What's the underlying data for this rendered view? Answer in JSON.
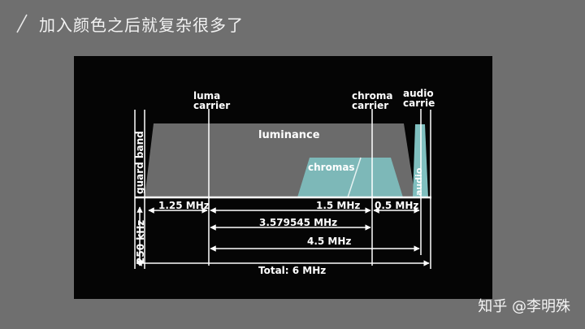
{
  "slide": {
    "title": "加入颜色之后就复杂很多了",
    "watermark": "知乎 @李明殊"
  },
  "diagram": {
    "labels": {
      "luma_carrier_l1": "luma",
      "luma_carrier_l2": "carrier",
      "chroma_carrier_l1": "chroma",
      "chroma_carrier_l2": "carrier",
      "audio_carrier_l1": "audio",
      "audio_carrier_l2": "carrie",
      "luminance": "luminance",
      "chromas": "chromas",
      "audio": "audio",
      "guard_band": "guard band",
      "khz_250": "250 kHz"
    },
    "dimensions": {
      "d_1_25": "1.25 MHz",
      "d_1_5": "1.5 MHz",
      "d_0_5": "0.5 MHz",
      "d_3_58": "3.579545 MHz",
      "d_4_5": "4.5 MHz",
      "total": "Total: 6 MHz"
    },
    "colors": {
      "luminance_fill": "#6b6b6b",
      "chroma_fill": "#7fbfbf",
      "audio_fill": "#7fbfbf",
      "line": "#ffffff"
    }
  }
}
